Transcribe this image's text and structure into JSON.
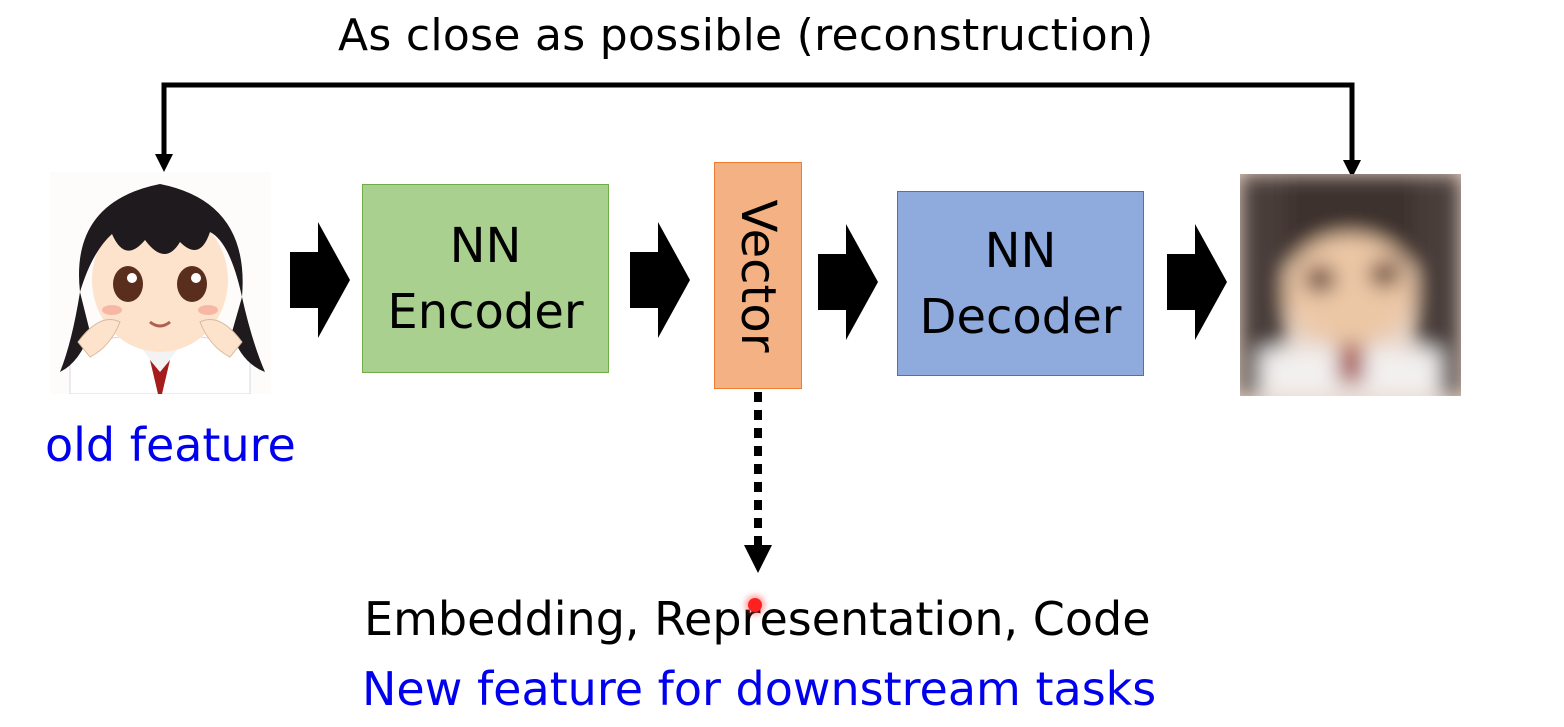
{
  "top_caption": "As close as possible  (reconstruction)",
  "encoder": {
    "line1": "NN",
    "line2": "Encoder"
  },
  "vector": {
    "label": "Vector"
  },
  "decoder": {
    "line1": "NN",
    "line2": "Decoder"
  },
  "input_label": "old feature",
  "embedding_caption": "Embedding, Representation, Code",
  "new_feature_caption": "New feature for downstream tasks",
  "colors": {
    "encoder_fill": "#a9d08e",
    "decoder_fill": "#8faadc",
    "vector_fill": "#f4b183",
    "blue_text": "#0000ee"
  },
  "icons": [
    "anime-face-image",
    "blurred-reconstruction-image",
    "block-arrow",
    "feedback-arrow",
    "dotted-arrow",
    "laser-pointer"
  ]
}
